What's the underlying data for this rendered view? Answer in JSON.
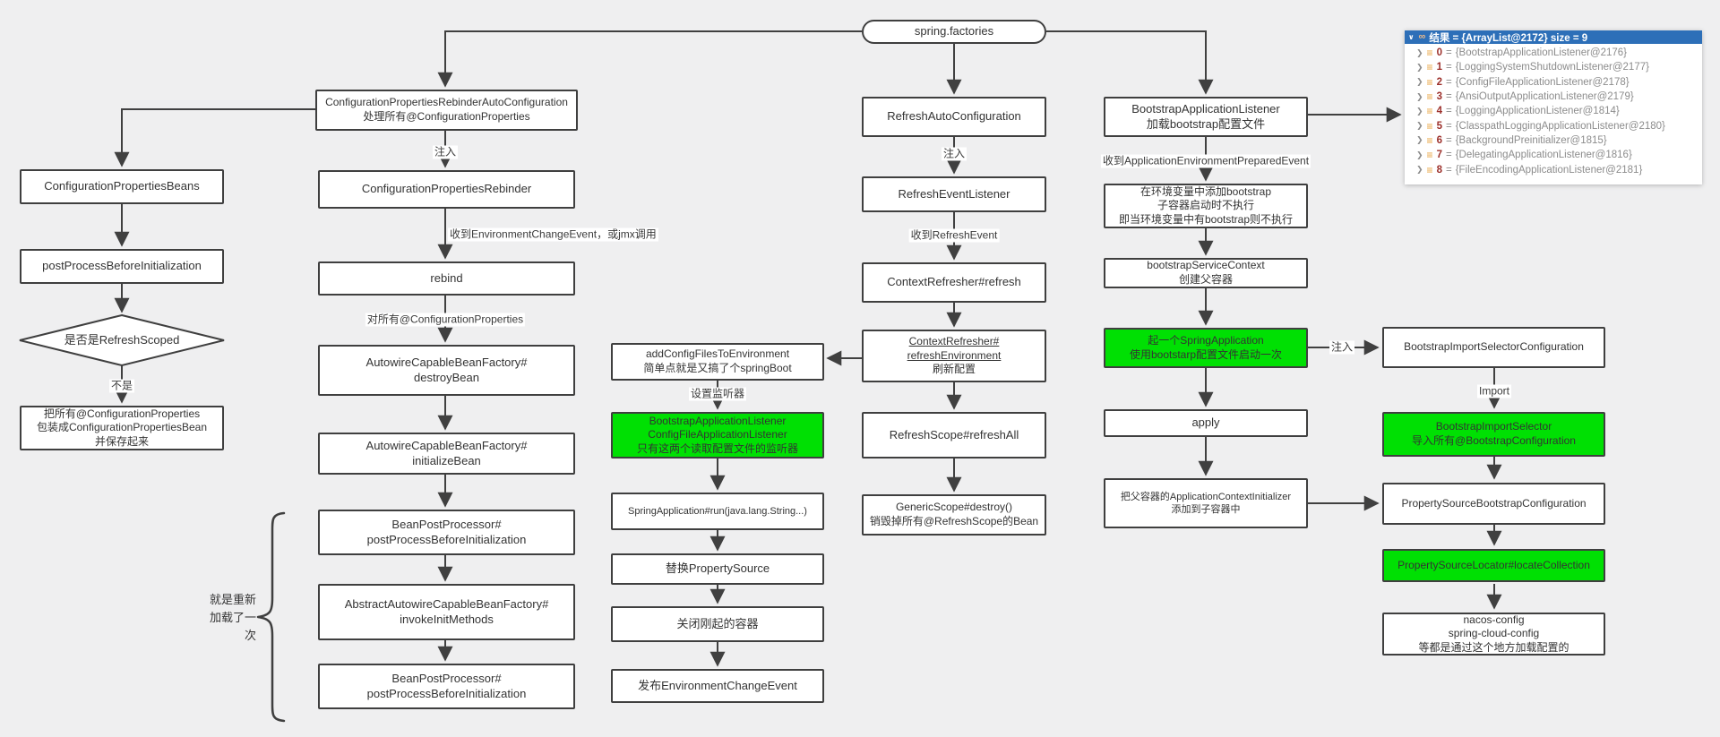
{
  "colors": {
    "background": "#efeff0",
    "box_border": "#3f3f3f",
    "box_fill": "#ffffff",
    "highlight_green": "#00e003",
    "connector": "#404040",
    "debug_header_blue": "#2d6fb8",
    "debug_index_red": "#9c2f2a",
    "debug_icon_orange": "#e8a33d"
  },
  "nodes": {
    "spring_factories": "spring.factories",
    "config_props_beans": "ConfigurationPropertiesBeans",
    "post_process_before_init": "postProcessBeforeInitialization",
    "is_refresh_scoped": "是否是RefreshScoped",
    "wrap_config_props": "把所有@ConfigurationProperties\n包装成ConfigurationPropertiesBean\n并保存起来",
    "rebinder_auto_config": "ConfigurationPropertiesRebinderAutoConfiguration\n处理所有@ConfigurationProperties",
    "config_props_rebinder": "ConfigurationPropertiesRebinder",
    "rebind": "rebind",
    "destroy_bean": "AutowireCapableBeanFactory#\ndestroyBean",
    "initialize_bean": "AutowireCapableBeanFactory#\ninitializeBean",
    "bean_post_processor_1": "BeanPostProcessor#\npostProcessBeforeInitialization",
    "invoke_init_methods": "AbstractAutowireCapableBeanFactory#\ninvokeInitMethods",
    "bean_post_processor_2": "BeanPostProcessor#\npostProcessBeforeInitialization",
    "brace_note": "就是重新\n加载了一\n次",
    "add_config_files": "addConfigFilesToEnvironment\n简单点就是又搞了个springBoot",
    "listeners_green": "BootstrapApplicationListener\nConfigFileApplicationListener\n只有这两个读取配置文件的监听器",
    "spring_app_run": "SpringApplication#run(java.lang.String...)",
    "replace_property_source": "替换PropertySource",
    "close_container": "关闭刚起的容器",
    "publish_env_change": "发布EnvironmentChangeEvent",
    "refresh_auto_config": "RefreshAutoConfiguration",
    "refresh_event_listener": "RefreshEventListener",
    "context_refresher_refresh": "ContextRefresher#refresh",
    "refresh_environment": {
      "l1": "ContextRefresher#",
      "l2": "refreshEnvironment",
      "l3": "刷新配置"
    },
    "refresh_scope_refresh_all": "RefreshScope#refreshAll",
    "generic_scope_destroy": "GenericScope#destroy()\n销毁掉所有@RefreshScope的Bean",
    "bootstrap_app_listener": "BootstrapApplicationListener\n加载bootstrap配置文件",
    "add_bootstrap_env": "在环境变量中添加bootstrap\n子容器启动时不执行\n即当环境变量中有bootstrap则不执行",
    "bootstrap_service_context": "bootstrapServiceContext\n创建父容器",
    "start_spring_app": "起一个SpringApplication\n使用bootstarp配置文件启动一次",
    "apply": "apply",
    "parent_initializer": "把父容器的ApplicationContextInitializer\n添加到子容器中",
    "bootstrap_import_selector_config": "BootstrapImportSelectorConfiguration",
    "bootstrap_import_selector": "BootstrapImportSelector\n导入所有@BootstrapConfiguration",
    "property_source_bootstrap_config": "PropertySourceBootstrapConfiguration",
    "property_source_locator": "PropertySourceLocator#locateCollection",
    "nacos_config": "nacos-config\nspring-cloud-config\n等都是通过这个地方加载配置的"
  },
  "edge_labels": {
    "inject_rebinder": "注入",
    "env_change": "收到EnvironmentChangeEvent，或jmx调用",
    "all_config_props": "对所有@ConfigurationProperties",
    "not_label": "不是",
    "set_listeners": "设置监听器",
    "inject_refresh": "注入",
    "refresh_event": "收到RefreshEvent",
    "env_prepared": "收到ApplicationEnvironmentPreparedEvent",
    "inject_selector": "注入",
    "import_label": "Import"
  },
  "debug_panel": {
    "expand_icon": "∨",
    "result_icon": "∞",
    "header": "结果 = {ArrayList@2172}  size = 9",
    "row_chevron": "❯",
    "row_icon": "≡",
    "eq": "=",
    "items": [
      {
        "index": "0",
        "value": "{BootstrapApplicationListener@2176}"
      },
      {
        "index": "1",
        "value": "{LoggingSystemShutdownListener@2177}"
      },
      {
        "index": "2",
        "value": "{ConfigFileApplicationListener@2178}"
      },
      {
        "index": "3",
        "value": "{AnsiOutputApplicationListener@2179}"
      },
      {
        "index": "4",
        "value": "{LoggingApplicationListener@1814}"
      },
      {
        "index": "5",
        "value": "{ClasspathLoggingApplicationListener@2180}"
      },
      {
        "index": "6",
        "value": "{BackgroundPreinitializer@1815}"
      },
      {
        "index": "7",
        "value": "{DelegatingApplicationListener@1816}"
      },
      {
        "index": "8",
        "value": "{FileEncodingApplicationListener@2181}"
      }
    ]
  }
}
